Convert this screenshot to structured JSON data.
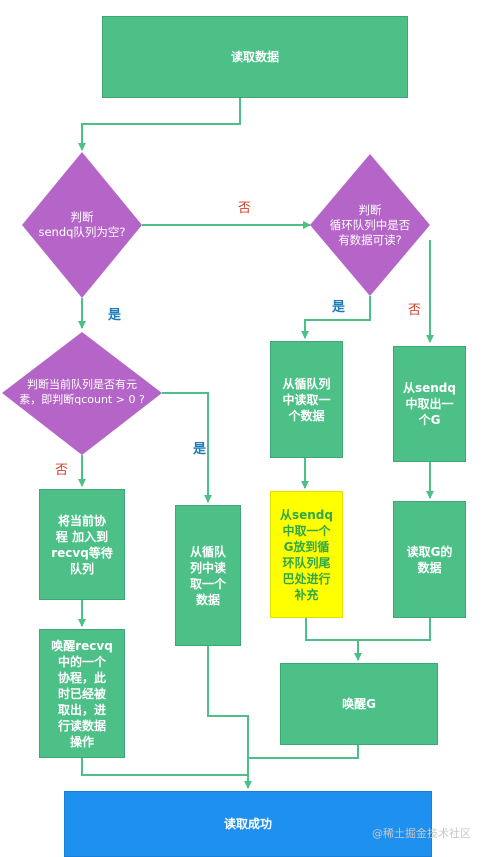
{
  "nodes": {
    "read_data": "读取数据",
    "check_sendq": "判断\nsendq队列为空?",
    "check_ring": "判断\n循环队列中是否\n有数据可读?",
    "check_qcount": "判断当前队列是否有元\n素，即判断qcount > 0 ?",
    "ring_read": "从循队列\n中读取一\n个数据",
    "sendq_take": "从sendq\n中取出一\n个G",
    "enqueue_recvq": "将当前协\n程 加入到\nrecvq等待\n队列",
    "ring_read2": "从循队\n列中读\n取一个\n数据",
    "sendq_to_ring": "从sendq\n中取一个\nG放到循\n环队列尾\n巴处进行\n补充",
    "read_g": "读取G的\n数据",
    "wake_recvq": "唤醒recvq\n中的一个\n协程，此\n时已经被\n取出，进\n行读数据\n操作",
    "wake_g": "唤醒G",
    "read_success": "读取成功"
  },
  "edge_labels": {
    "sendq_no": "否",
    "sendq_yes": "是",
    "ring_yes": "是",
    "ring_no": "否",
    "qcount_no": "否",
    "qcount_yes": "是"
  },
  "colors": {
    "box_green": "#4cc086",
    "diamond_purple": "#b565c8",
    "highlight_yellow": "#ffff00",
    "success_blue": "#1e90f0",
    "arrow_green": "#4cc086",
    "no_red": "#d0412f",
    "yes_teal": "#1e7bb6"
  },
  "watermark": "@稀土掘金技术社区"
}
